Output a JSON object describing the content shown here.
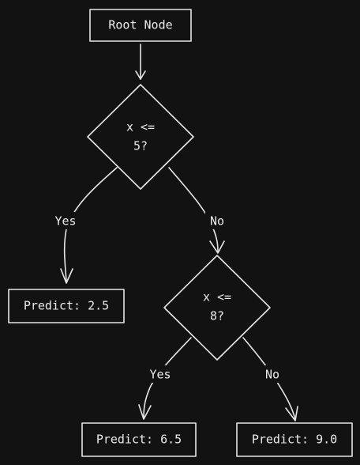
{
  "nodes": {
    "root": {
      "label": "Root Node"
    },
    "split1": {
      "line1": "x <=",
      "line2": "5?"
    },
    "leaf1": {
      "label": "Predict: 2.5"
    },
    "split2": {
      "line1": "x <=",
      "line2": "8?"
    },
    "leaf2": {
      "label": "Predict: 6.5"
    },
    "leaf3": {
      "label": "Predict: 9.0"
    }
  },
  "edges": {
    "split1_yes": "Yes",
    "split1_no": "No",
    "split2_yes": "Yes",
    "split2_no": "No"
  }
}
